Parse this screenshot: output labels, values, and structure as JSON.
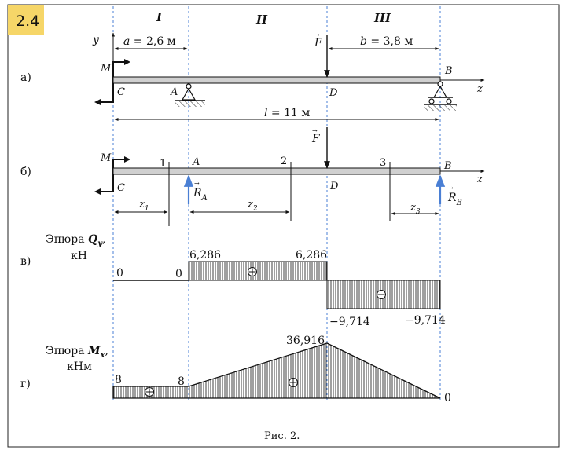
{
  "badge": "2.4",
  "sections": [
    "I",
    "II",
    "III"
  ],
  "row_labels": {
    "a": "а)",
    "b": "б)",
    "v": "в)",
    "g": "г)"
  },
  "dims": {
    "a_prefix": "a",
    "a_value": " = 2,6 м",
    "b_prefix": "b",
    "b_value": " = 3,8 м",
    "l_prefix": "l",
    "l_value": " = 11 м"
  },
  "labels": {
    "y": "y",
    "z": "z",
    "M": "M",
    "C": "C",
    "A": "A",
    "B": "B",
    "D": "D",
    "F": "F",
    "arrow_mark": "→",
    "R": "R",
    "RA_sub": "A",
    "RB_sub": "B",
    "cut1": "1",
    "cut2": "2",
    "cut3": "3",
    "z1_sub": "1",
    "z2_sub": "2",
    "z3_sub": "3"
  },
  "shear": {
    "title_prefix": "Эпюра ",
    "title_symbol": "Q",
    "title_sub": "y",
    "title_suffix": ",",
    "unit": "кН",
    "v_zero_left": "0",
    "v_zero_mid": "0",
    "v_pos_left": "6,286",
    "v_pos_right": "6,286",
    "v_neg_left": "−9,714",
    "v_neg_right": "−9,714"
  },
  "moment": {
    "title_prefix": "Эпюра ",
    "title_symbol": "M",
    "title_sub": "x",
    "title_suffix": ",",
    "unit": "кНм",
    "v_left": "8",
    "v_mid": "8",
    "v_peak": "36,916",
    "v_end": "0"
  },
  "caption": "Рис. 2.",
  "colors": {
    "badge": "#f6d668",
    "guide": "#4a7fd4",
    "reaction": "#4a7fd4",
    "beam": "#d0d0d0"
  }
}
